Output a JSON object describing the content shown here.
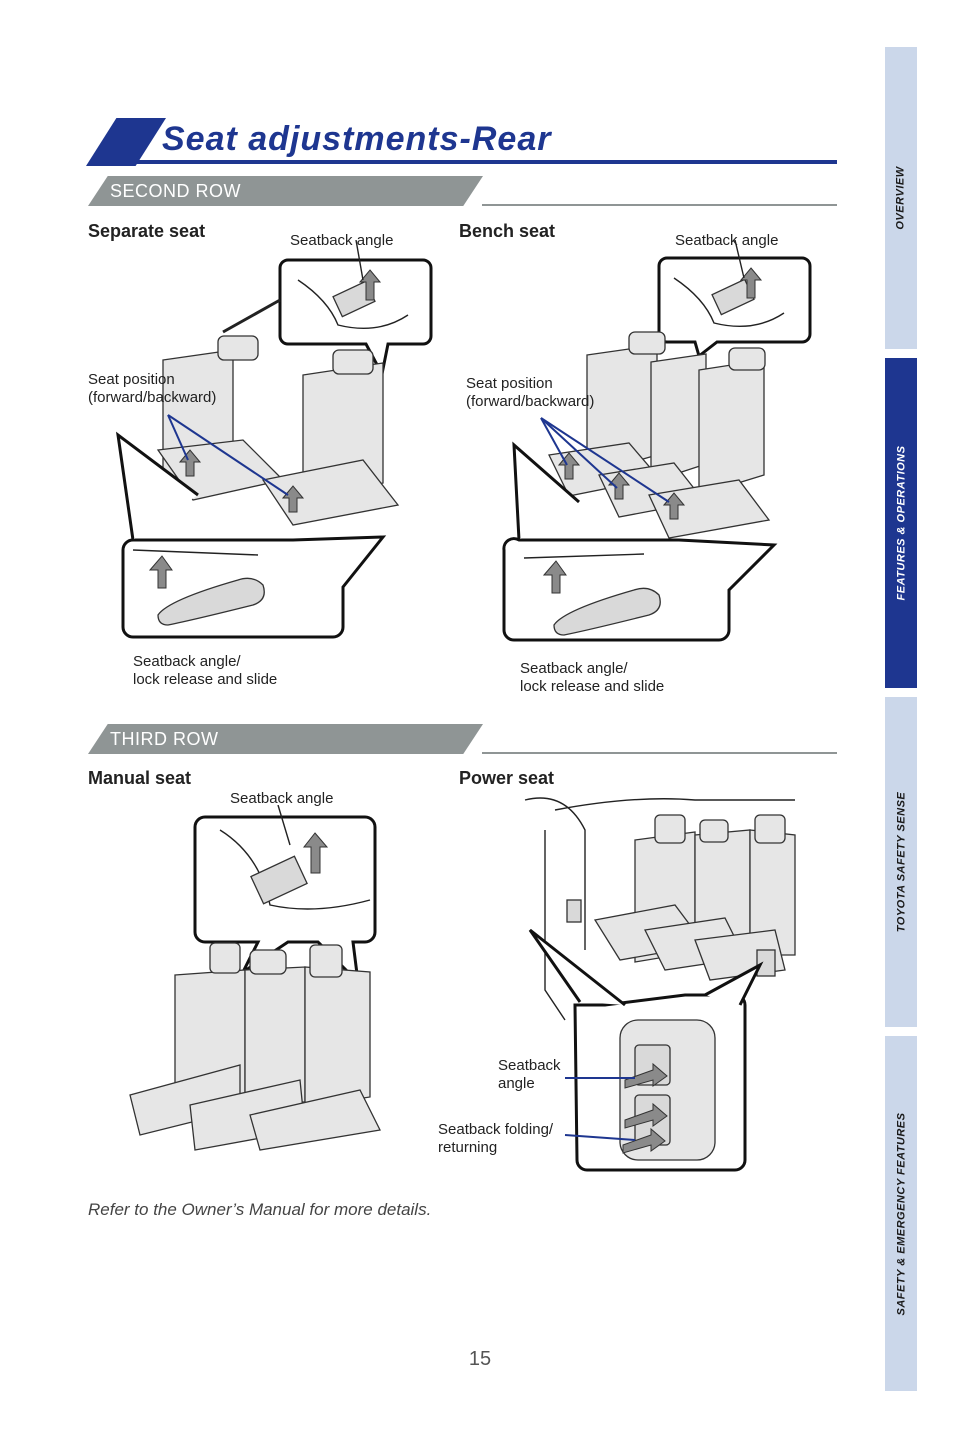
{
  "title": "Seat adjustments-Rear",
  "second_row": {
    "label": "SECOND ROW",
    "separate": {
      "heading": "Separate seat",
      "seatback_angle": "Seatback angle",
      "seat_position": "Seat position\n(forward/backward)",
      "lever": "Seatback angle/\nlock release and slide"
    },
    "bench": {
      "heading": "Bench seat",
      "seatback_angle": "Seatback angle",
      "seat_position": "Seat position\n(forward/backward)",
      "lever": "Seatback angle/\nlock release and slide"
    }
  },
  "third_row": {
    "label": "THIRD ROW",
    "manual": {
      "heading": "Manual seat",
      "seatback_angle": "Seatback angle"
    },
    "power": {
      "heading": "Power seat",
      "seatback_angle": "Seatback\nangle",
      "folding": "Seatback folding/\nreturning"
    }
  },
  "footer_note": "Refer to the Owner’s Manual for more details.",
  "page_number": "15",
  "side_tabs": [
    {
      "label": "OVERVIEW",
      "active": false
    },
    {
      "label": "FEATURES & OPERATIONS",
      "active": true
    },
    {
      "label": "TOYOTA SAFETY SENSE",
      "active": false
    },
    {
      "label": "SAFETY & EMERGENCY FEATURES",
      "active": false
    }
  ],
  "colors": {
    "accent": "#1e3690",
    "section_bar": "#8f9595",
    "tab_inactive": "#cbd7ea"
  }
}
